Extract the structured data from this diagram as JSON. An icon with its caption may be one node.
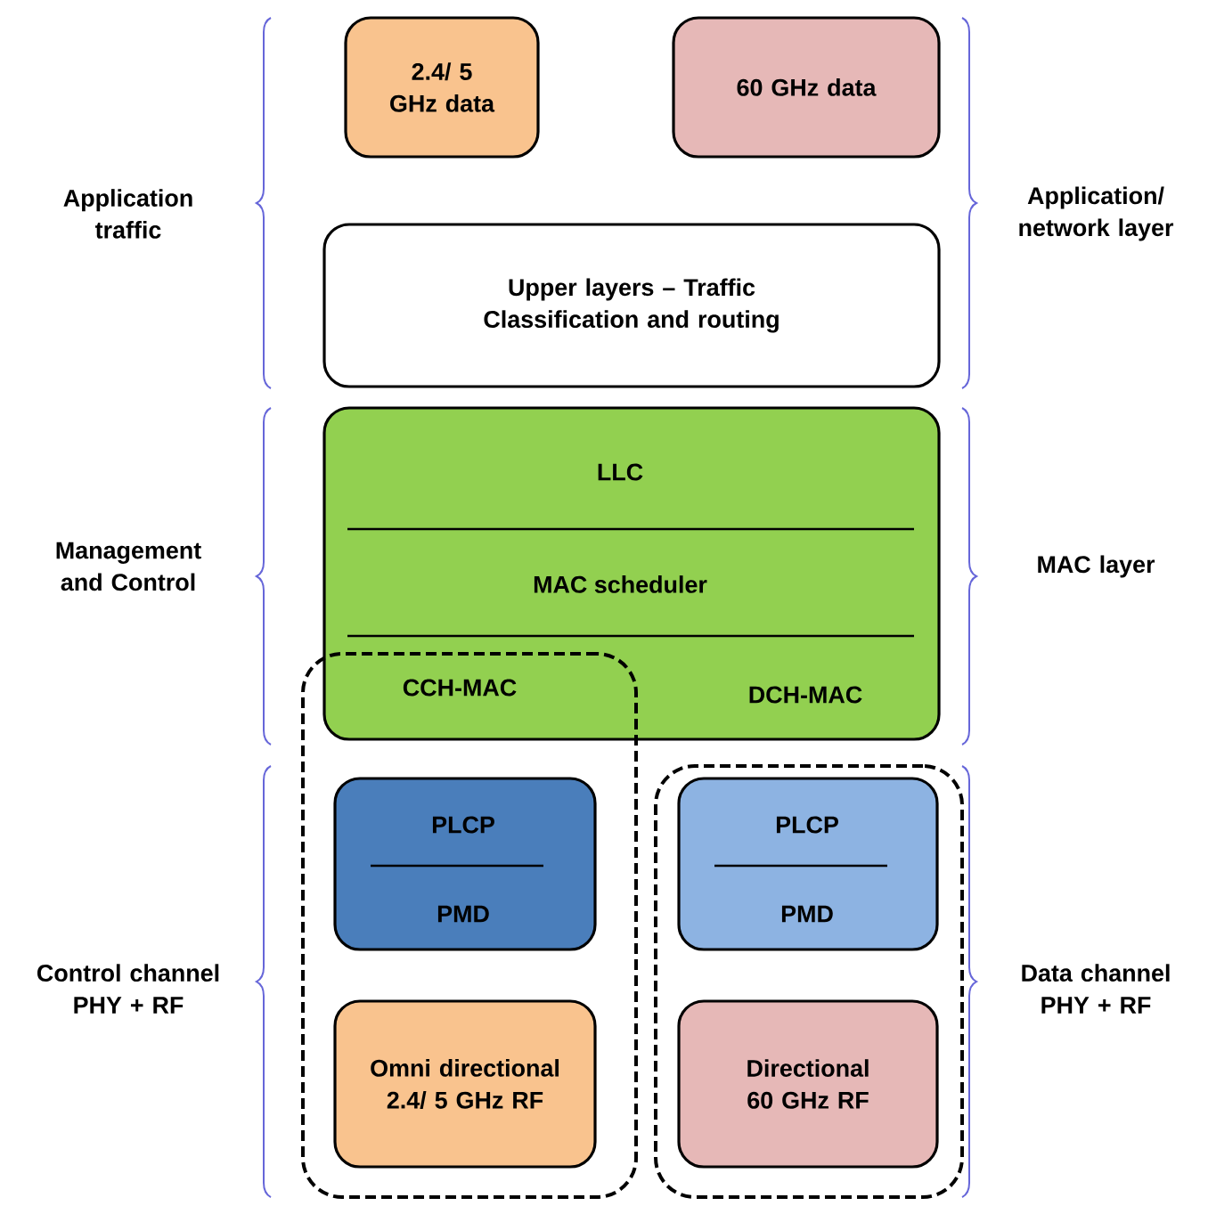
{
  "diagram": {
    "nodes": [
      {
        "text": [
          "2.4/ 5 GHz data"
        ]
      },
      {
        "text": [
          "60 GHz data"
        ]
      },
      {
        "text": [
          "Upper layers – Traffic Classification and routing"
        ]
      },
      {
        "text": [
          "LLC",
          "MAC scheduler",
          "DCH-MAC"
        ]
      },
      {
        "text": [
          "CCH-MAC"
        ]
      },
      {
        "text": [
          "PLCP",
          "PMD"
        ],
        "in": 4
      },
      {
        "text": [
          "Omni directional 2.4/ 5 GHz RF"
        ],
        "in": 4
      },
      {
        "text": [],
        "shape": "box"
      },
      {
        "text": [
          "PLCP",
          "PMD"
        ],
        "in": 7
      },
      {
        "text": [
          "Directional 60 GHz RF"
        ],
        "in": 7
      }
    ],
    "edges": [],
    "labels": [
      "Application traffic",
      "Application/ network layer",
      "Management and Control",
      "MAC layer",
      "Control channel PHY + RF",
      "Data channel PHY + RF"
    ]
  }
}
